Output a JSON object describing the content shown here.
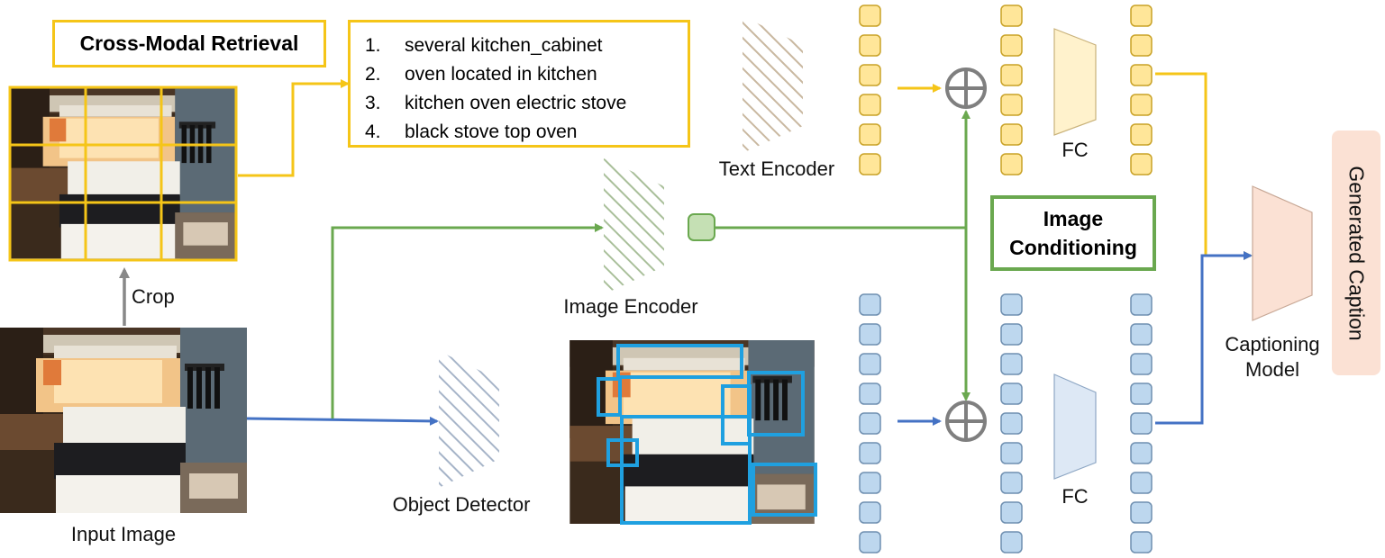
{
  "labels": {
    "cross_modal_retrieval": "Cross-Modal Retrieval",
    "crop": "Crop",
    "input_image": "Input Image",
    "image_encoder": "Image Encoder",
    "object_detector": "Object Detector",
    "text_encoder": "Text Encoder",
    "fc_top": "FC",
    "fc_bottom": "FC",
    "image_conditioning_line1": "Image",
    "image_conditioning_line2": "Conditioning",
    "captioning_model_line1": "Captioning",
    "captioning_model_line2": "Model",
    "generated_caption": "Generated Caption"
  },
  "retrieved_texts": [
    {
      "num": "1.",
      "text": "several kitchen_cabinet"
    },
    {
      "num": "2.",
      "text": "oven located in kitchen"
    },
    {
      "num": "3.",
      "text": "kitchen oven electric stove"
    },
    {
      "num": "4.",
      "text": "black stove top oven"
    }
  ],
  "colors": {
    "text_path": "#f5c518",
    "image_path": "#6aa84f",
    "object_path": "#4472c4",
    "crop_arrow": "#888888",
    "text_token_fill": "#ffe699",
    "text_token_stroke": "#c9a227",
    "obj_token_fill": "#bdd7ee",
    "obj_token_stroke": "#6f8fb0",
    "image_token_fill": "#c5e0b4",
    "image_token_stroke": "#6aa84f",
    "detection_box": "#1fa0e0",
    "fc_text_fill": "#fff2cc",
    "fc_obj_fill": "#dde8f5",
    "captioner_fill": "#fbe1d4",
    "captioner_stroke": "#c8a896"
  },
  "icons": [
    "plus-circle-icon",
    "kitchen-photo",
    "hatched-trapezoid-icon"
  ]
}
